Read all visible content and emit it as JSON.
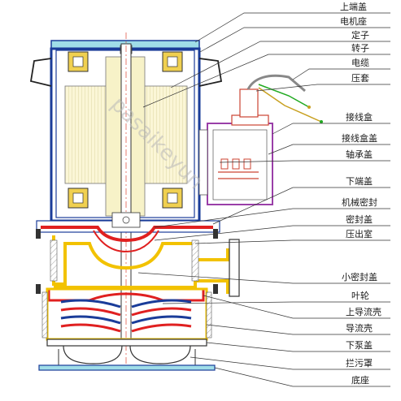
{
  "labels": [
    {
      "id": "top-end-cover",
      "text": "上端盖"
    },
    {
      "id": "motor-base",
      "text": "电机座"
    },
    {
      "id": "stator",
      "text": "定子"
    },
    {
      "id": "rotor",
      "text": "转子"
    },
    {
      "id": "cable",
      "text": "电缆"
    },
    {
      "id": "gland",
      "text": "压套"
    },
    {
      "id": "junction-box",
      "text": "接线盒"
    },
    {
      "id": "junction-box-cover",
      "text": "接线盒盖"
    },
    {
      "id": "bearing-cover",
      "text": "轴承盖"
    },
    {
      "id": "bottom-end-cover",
      "text": "下端盖"
    },
    {
      "id": "mechanical-seal",
      "text": "机械密封"
    },
    {
      "id": "seal-cover",
      "text": "密封盖"
    },
    {
      "id": "discharge-chamber",
      "text": "压出室"
    },
    {
      "id": "small-seal-cover",
      "text": "小密封盖"
    },
    {
      "id": "impeller",
      "text": "叶轮"
    },
    {
      "id": "upper-guide-casing",
      "text": "上导流壳"
    },
    {
      "id": "guide-casing",
      "text": "导流壳"
    },
    {
      "id": "lower-pump-cover",
      "text": "下泵盖"
    },
    {
      "id": "strainer",
      "text": "拦污罩"
    },
    {
      "id": "base",
      "text": "底座"
    }
  ],
  "watermark": "pasaikeyun"
}
